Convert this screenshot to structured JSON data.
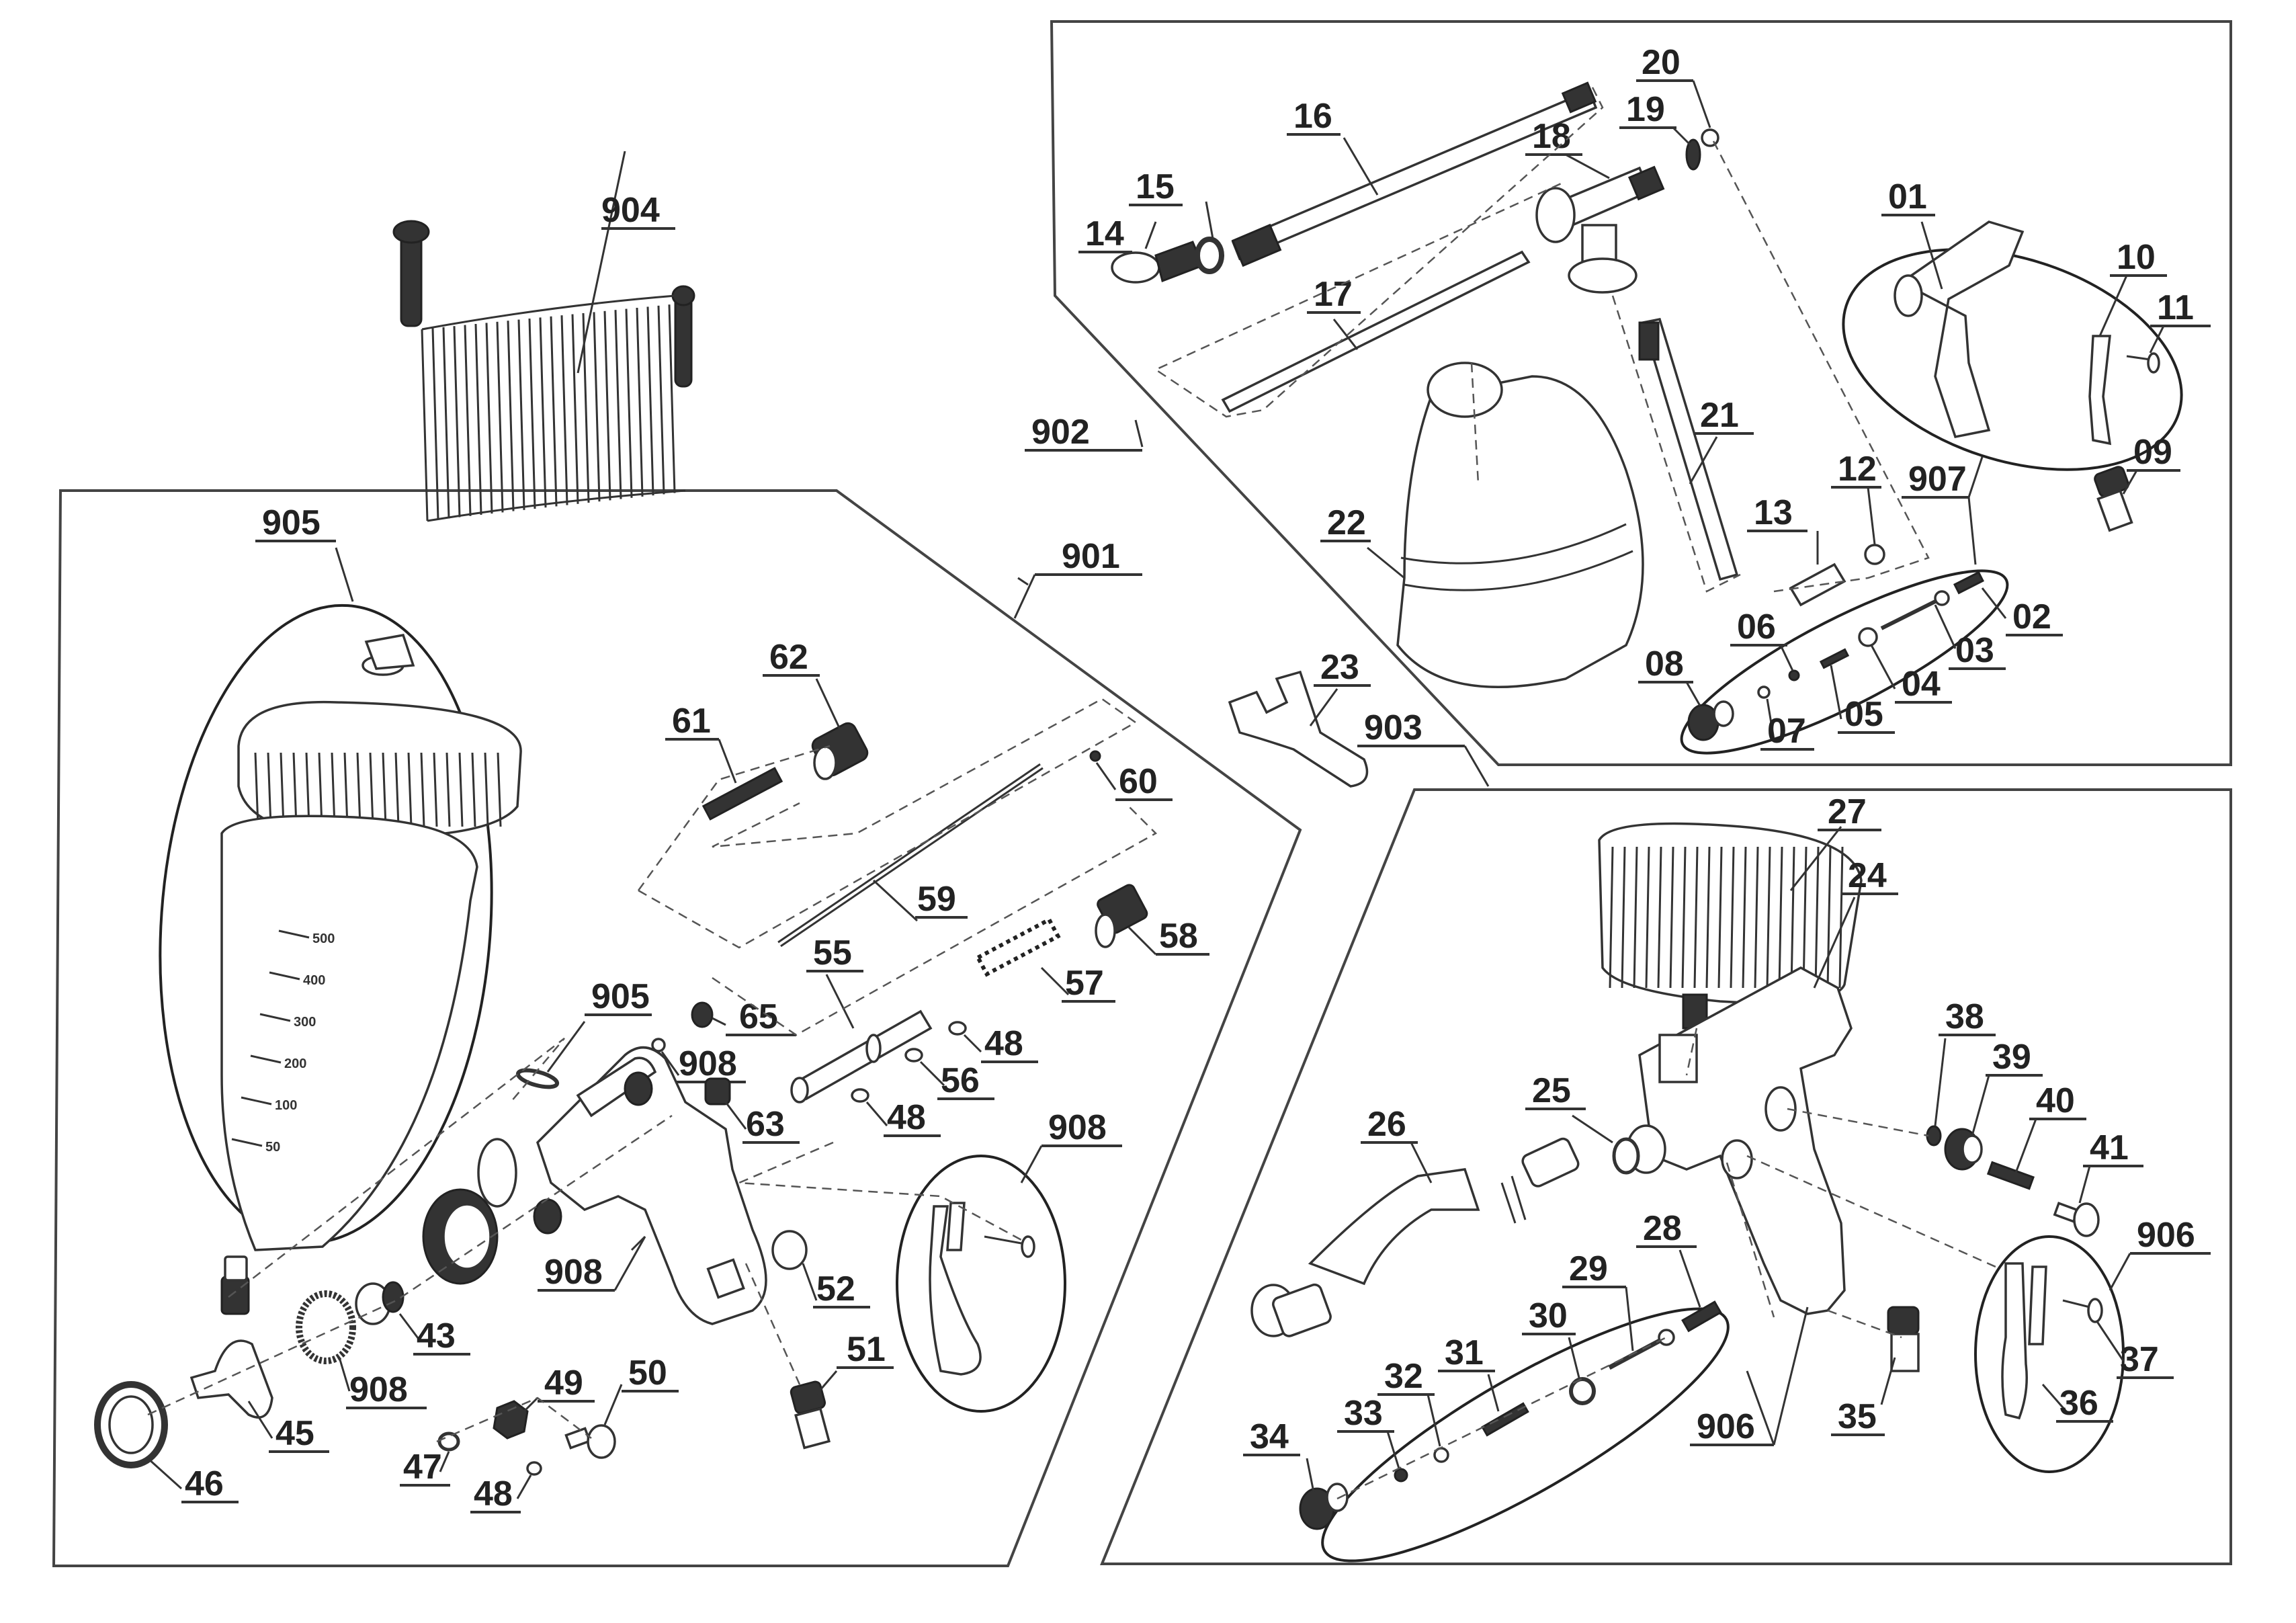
{
  "title": "Spray gun exploded parts diagram",
  "groups": {
    "g901": "901",
    "g902": "902",
    "g903": "903",
    "g904": "904",
    "g905": "905",
    "g906": "906",
    "g907": "907",
    "g908": "908"
  },
  "parts": {
    "p01": "01",
    "p02": "02",
    "p03": "03",
    "p04": "04",
    "p05": "05",
    "p06": "06",
    "p07": "07",
    "p08": "08",
    "p09": "09",
    "p10": "10",
    "p11": "11",
    "p12": "12",
    "p13": "13",
    "p14": "14",
    "p15": "15",
    "p16": "16",
    "p17": "17",
    "p18": "18",
    "p19": "19",
    "p20": "20",
    "p21": "21",
    "p22": "22",
    "p23": "23",
    "p24": "24",
    "p25": "25",
    "p26": "26",
    "p27": "27",
    "p28": "28",
    "p29": "29",
    "p30": "30",
    "p31": "31",
    "p32": "32",
    "p33": "33",
    "p34": "34",
    "p35": "35",
    "p36": "36",
    "p37": "37",
    "p38": "38",
    "p39": "39",
    "p40": "40",
    "p41": "41",
    "p43": "43",
    "p45": "45",
    "p46": "46",
    "p47": "47",
    "p48": "48",
    "p49": "49",
    "p50": "50",
    "p51": "51",
    "p52": "52",
    "p55": "55",
    "p56": "56",
    "p57": "57",
    "p58": "58",
    "p59": "59",
    "p60": "60",
    "p61": "61",
    "p62": "62",
    "p63": "63",
    "p65": "65"
  },
  "cup_graduations": [
    "500",
    "400",
    "300",
    "200",
    "100",
    "50"
  ]
}
